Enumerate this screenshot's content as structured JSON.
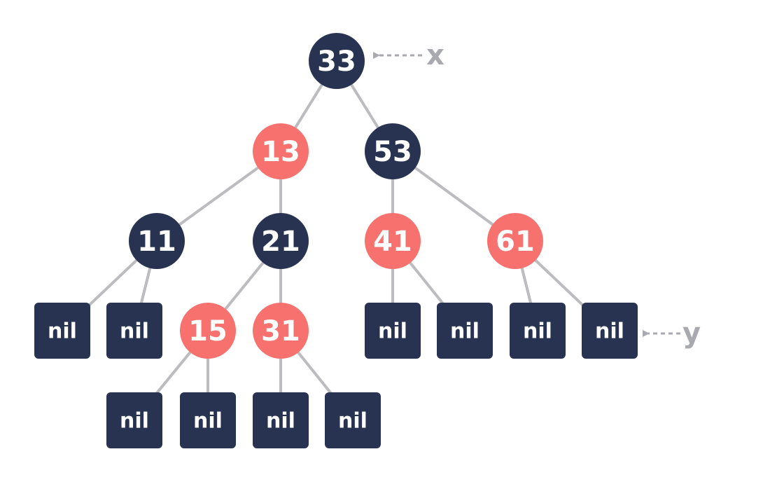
{
  "diagram": {
    "type": "red-black-tree",
    "colors": {
      "black": "#283351",
      "red": "#f7716e",
      "edge": "#bbbbc0",
      "pointer": "#a9a9b0",
      "text": "#ffffff"
    },
    "nodes": [
      {
        "id": "n33",
        "label": "33",
        "color": "black"
      },
      {
        "id": "n13",
        "label": "13",
        "color": "red"
      },
      {
        "id": "n53",
        "label": "53",
        "color": "black"
      },
      {
        "id": "n11",
        "label": "11",
        "color": "black"
      },
      {
        "id": "n21",
        "label": "21",
        "color": "black"
      },
      {
        "id": "n41",
        "label": "41",
        "color": "red"
      },
      {
        "id": "n61",
        "label": "61",
        "color": "red"
      },
      {
        "id": "n15",
        "label": "15",
        "color": "red"
      },
      {
        "id": "n31",
        "label": "31",
        "color": "red"
      }
    ],
    "nil_label": "nil",
    "edges": [
      [
        "n33",
        "n13"
      ],
      [
        "n33",
        "n53"
      ],
      [
        "n13",
        "n11"
      ],
      [
        "n13",
        "n21"
      ],
      [
        "n53",
        "n41"
      ],
      [
        "n53",
        "n61"
      ],
      [
        "n11",
        "nil1"
      ],
      [
        "n11",
        "nil2"
      ],
      [
        "n21",
        "n15"
      ],
      [
        "n21",
        "n31"
      ],
      [
        "n41",
        "nil3"
      ],
      [
        "n41",
        "nil4"
      ],
      [
        "n61",
        "nil5"
      ],
      [
        "n61",
        "nil6"
      ],
      [
        "n15",
        "nil7"
      ],
      [
        "n15",
        "nil8"
      ],
      [
        "n31",
        "nil9"
      ],
      [
        "n31",
        "nil10"
      ]
    ],
    "pointers": [
      {
        "label": "x",
        "target": "n33"
      },
      {
        "label": "y",
        "target": "nil6"
      }
    ]
  }
}
